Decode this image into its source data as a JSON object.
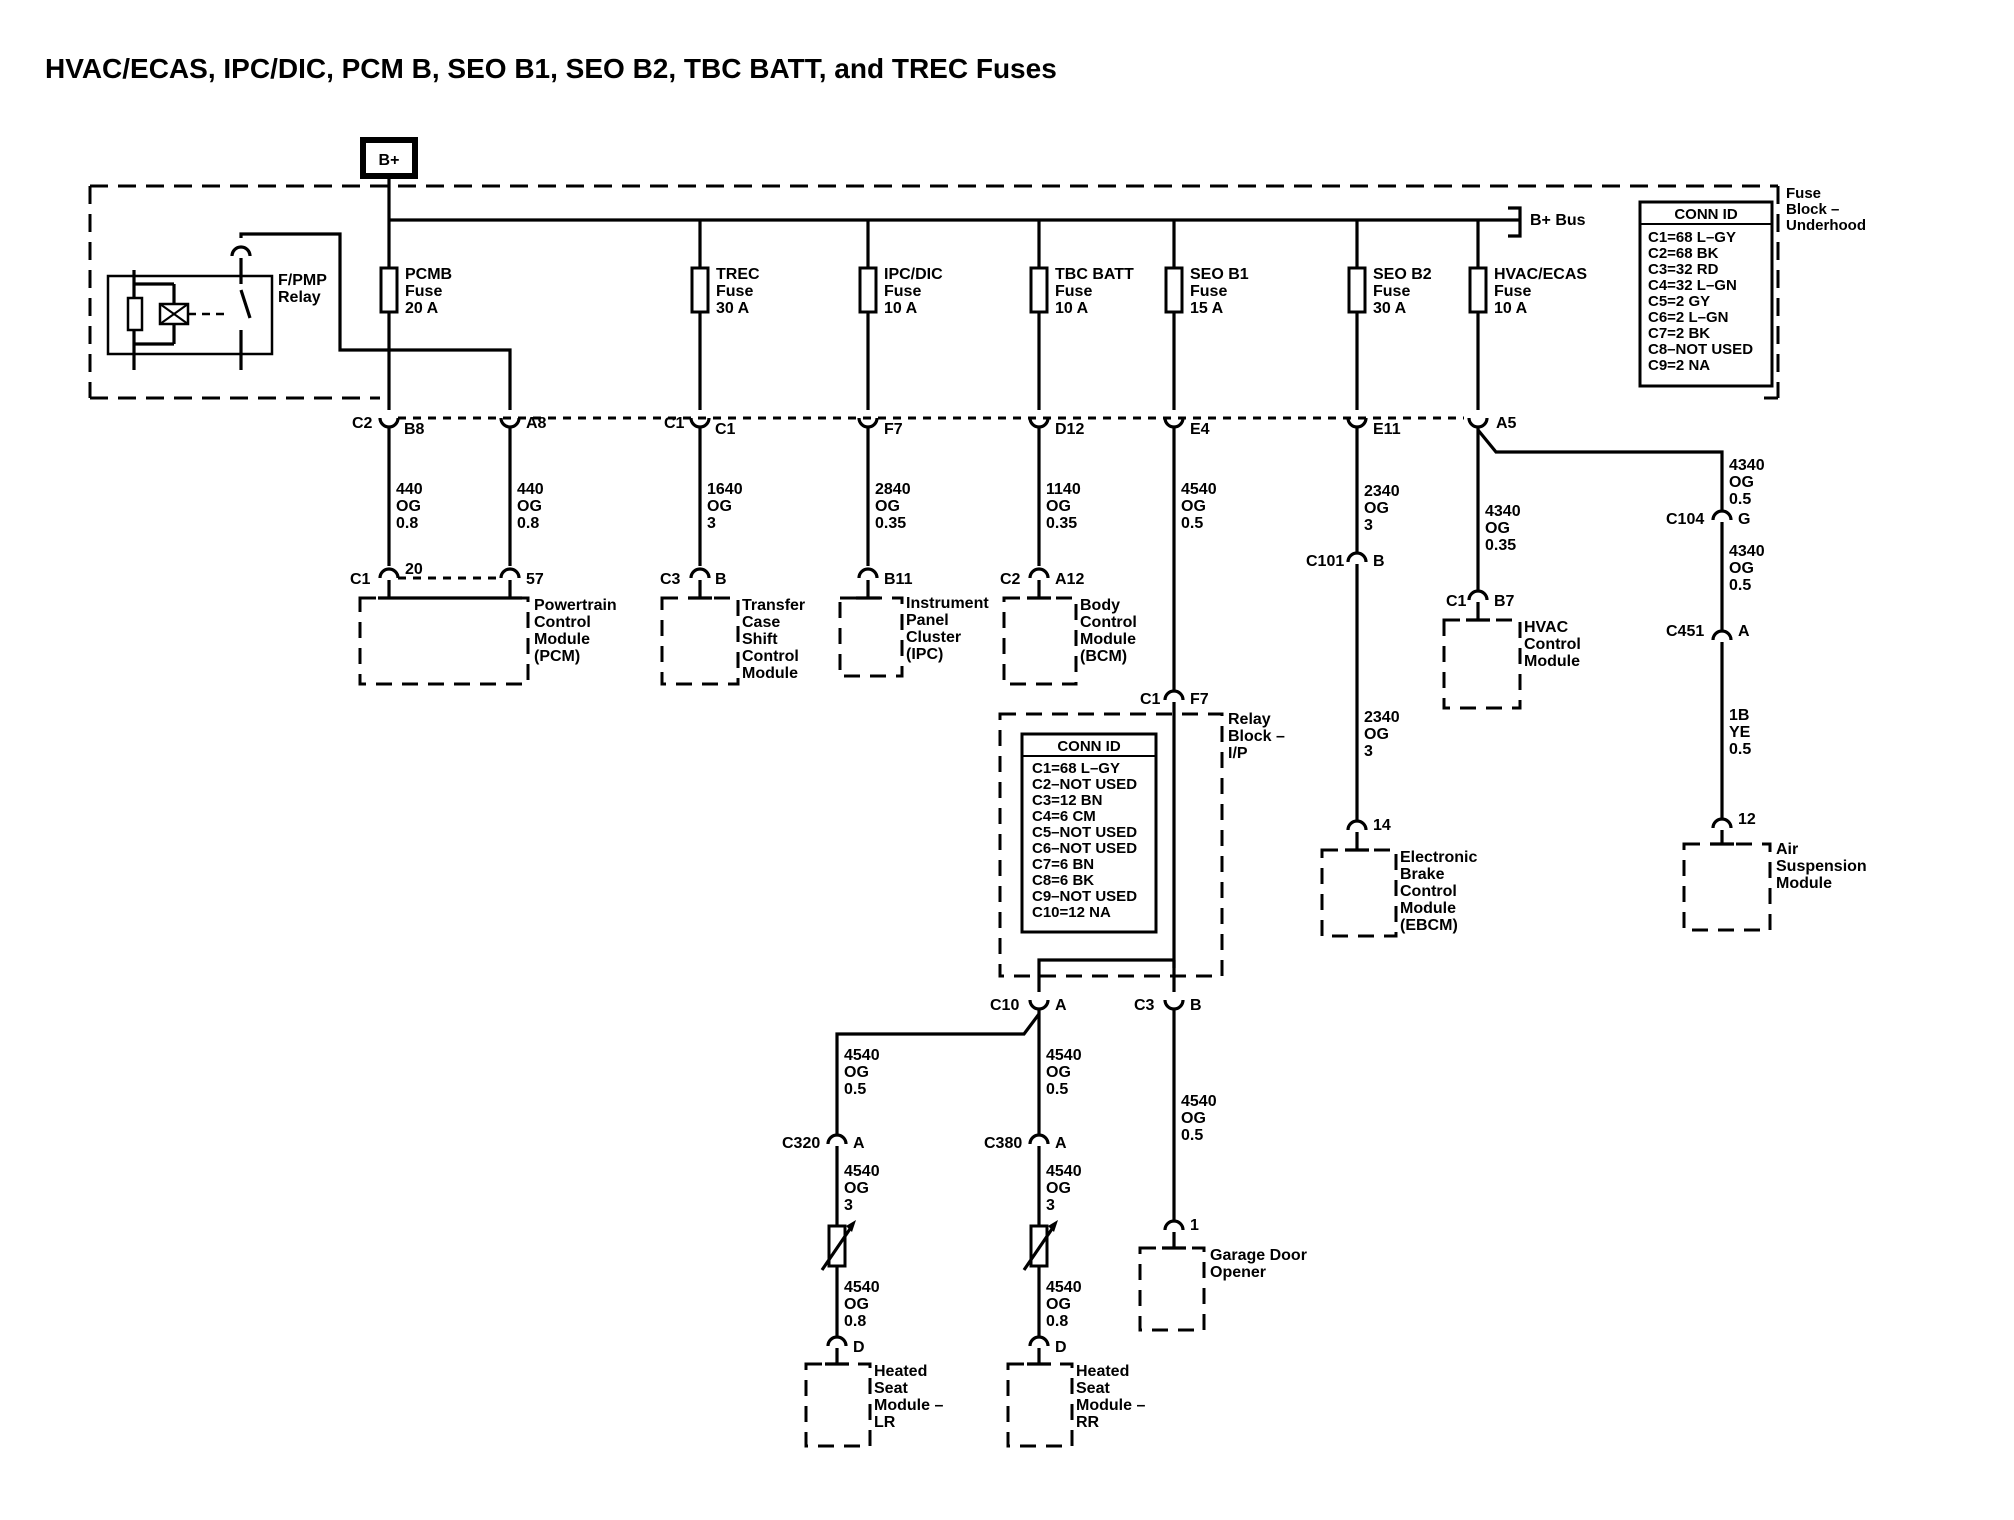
{
  "title": "HVAC/ECAS, IPC/DIC, PCM B, SEO B1, SEO B2, TBC BATT, and TREC Fuses",
  "power_source": "B+",
  "bus_label": "B+ Bus",
  "fuse_block": {
    "name": [
      "Fuse",
      "Block –",
      "Underhood"
    ],
    "relay": [
      "F/PMP",
      "Relay"
    ],
    "conn_id": {
      "header": "CONN ID",
      "lines": [
        "C1=68 L–GY",
        "C2=68 BK",
        "C3=32 RD",
        "C4=32 L–GN",
        "C5=2 GY",
        "C6=2 L–GN",
        "C7=2 BK",
        "C8–NOT USED",
        "C9=2 NA"
      ]
    }
  },
  "fuses": [
    {
      "lines": [
        "PCMB",
        "Fuse",
        "20 A"
      ]
    },
    {
      "lines": [
        "TREC",
        "Fuse",
        "30 A"
      ]
    },
    {
      "lines": [
        "IPC/DIC",
        "Fuse",
        "10 A"
      ]
    },
    {
      "lines": [
        "TBC BATT",
        "Fuse",
        "10 A"
      ]
    },
    {
      "lines": [
        "SEO B1",
        "Fuse",
        "15 A"
      ]
    },
    {
      "lines": [
        "SEO B2",
        "Fuse",
        "30 A"
      ]
    },
    {
      "lines": [
        "HVAC/ECAS",
        "Fuse",
        "10 A"
      ]
    }
  ],
  "connectors": {
    "c2": "C2",
    "b8": "B8",
    "a8": "A8",
    "c1": "C1",
    "c1pin": "C1",
    "f7": "F7",
    "d12": "D12",
    "e4": "E4",
    "e11": "E11",
    "a5": "A5",
    "pcm_c1": "C1",
    "pin20": "20",
    "pin57": "57",
    "tc_c3": "C3",
    "tc_b": "B",
    "ipc_b11": "B11",
    "bcm_c2": "C2",
    "bcm_a12": "A12",
    "c101": "C101",
    "c101_b": "B",
    "ebcm_14": "14",
    "hvac_c1": "C1",
    "hvac_b7": "B7",
    "c104": "C104",
    "c104_g": "G",
    "c451": "C451",
    "c451_a": "A",
    "asm_12": "12",
    "rb_c1": "C1",
    "rb_f7": "F7",
    "c10": "C10",
    "c10_a": "A",
    "c3": "C3",
    "c3_b": "B",
    "c320": "C320",
    "c320_a": "A",
    "c380": "C380",
    "c380_a": "A",
    "gdo_1": "1",
    "hs_lr_d": "D",
    "hs_rr_d": "D"
  },
  "wires": {
    "pcm_b8": [
      "440",
      "OG",
      "0.8"
    ],
    "pcm_a8": [
      "440",
      "OG",
      "0.8"
    ],
    "trec": [
      "1640",
      "OG",
      "3"
    ],
    "ipc": [
      "2840",
      "OG",
      "0.35"
    ],
    "tbc": [
      "1140",
      "OG",
      "0.35"
    ],
    "seo_b1": [
      "4540",
      "OG",
      "0.5"
    ],
    "seo_b2_top": [
      "2340",
      "OG",
      "3"
    ],
    "seo_b2_bot": [
      "2340",
      "OG",
      "3"
    ],
    "hvac": [
      "4340",
      "OG",
      "0.35"
    ],
    "asm_top": [
      "4340",
      "OG",
      "0.5"
    ],
    "asm_mid": [
      "4340",
      "OG",
      "0.5"
    ],
    "asm_bot": [
      "1B",
      "YE",
      "0.5"
    ],
    "lr_top": [
      "4540",
      "OG",
      "0.5"
    ],
    "lr_mid": [
      "4540",
      "OG",
      "3"
    ],
    "lr_bot": [
      "4540",
      "OG",
      "0.8"
    ],
    "rr_top": [
      "4540",
      "OG",
      "0.5"
    ],
    "rr_mid": [
      "4540",
      "OG",
      "3"
    ],
    "rr_bot": [
      "4540",
      "OG",
      "0.8"
    ],
    "gdo": [
      "4540",
      "OG",
      "0.5"
    ]
  },
  "relay_block": {
    "name": [
      "Relay",
      "Block –",
      "I/P"
    ],
    "conn_id": {
      "header": "CONN ID",
      "lines": [
        "C1=68 L–GY",
        "C2–NOT USED",
        "C3=12 BN",
        "C4=6 CM",
        "C5–NOT USED",
        "C6–NOT USED",
        "C7=6 BN",
        "C8=6 BK",
        "C9–NOT USED",
        "C10=12 NA"
      ]
    }
  },
  "modules": {
    "pcm": [
      "Powertrain",
      "Control",
      "Module",
      "(PCM)"
    ],
    "tccm": [
      "Transfer",
      "Case",
      "Shift",
      "Control",
      "Module"
    ],
    "ipc": [
      "Instrument",
      "Panel",
      "Cluster",
      "(IPC)"
    ],
    "bcm": [
      "Body",
      "Control",
      "Module",
      "(BCM)"
    ],
    "ebcm": [
      "Electronic",
      "Brake",
      "Control",
      "Module",
      "(EBCM)"
    ],
    "hvac": [
      "HVAC",
      "Control",
      "Module"
    ],
    "asm": [
      "Air",
      "Suspension",
      "Module"
    ],
    "gdo": [
      "Garage Door",
      "Opener"
    ],
    "hs_lr": [
      "Heated",
      "Seat",
      "Module –",
      "LR"
    ],
    "hs_rr": [
      "Heated",
      "Seat",
      "Module –",
      "RR"
    ]
  }
}
